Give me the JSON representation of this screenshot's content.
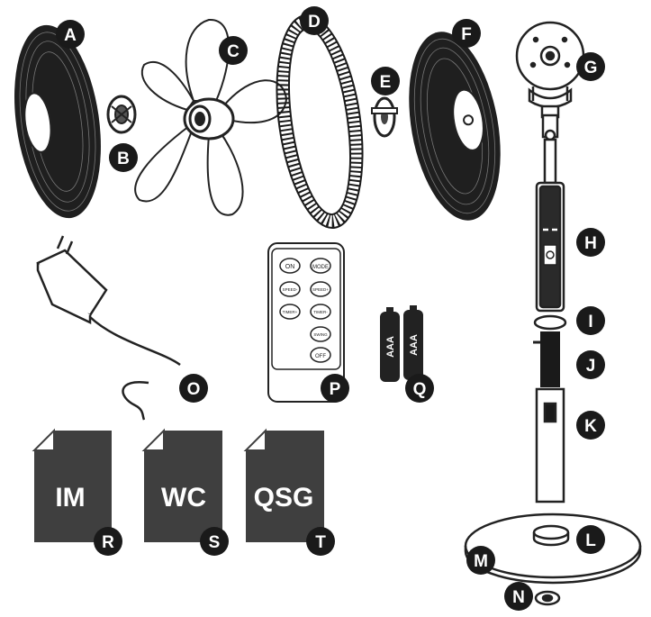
{
  "labels": {
    "a": "A",
    "b": "B",
    "c": "C",
    "d": "D",
    "e": "E",
    "f": "F",
    "g": "G",
    "h": "H",
    "i": "I",
    "j": "J",
    "k": "K",
    "l": "L",
    "m": "M",
    "n": "N",
    "o": "O",
    "p": "P",
    "q": "Q",
    "r": "R",
    "s": "S",
    "t": "T"
  },
  "remote_buttons": {
    "on": "ON",
    "mode": "MODE",
    "speed_minus": "SPEED-",
    "speed_plus": "SPEED+",
    "timer_plus": "TIMER+",
    "timer_minus": "TIMER-",
    "swing": "SWING",
    "off": "OFF"
  },
  "batteries": {
    "left": "AAA",
    "right": "AAA"
  },
  "documents": {
    "r": "IM",
    "s": "WC",
    "t": "QSG"
  },
  "colors": {
    "ink": "#1a1a1a",
    "doc_fill": "#3f3f3f",
    "outline": "#222222"
  }
}
